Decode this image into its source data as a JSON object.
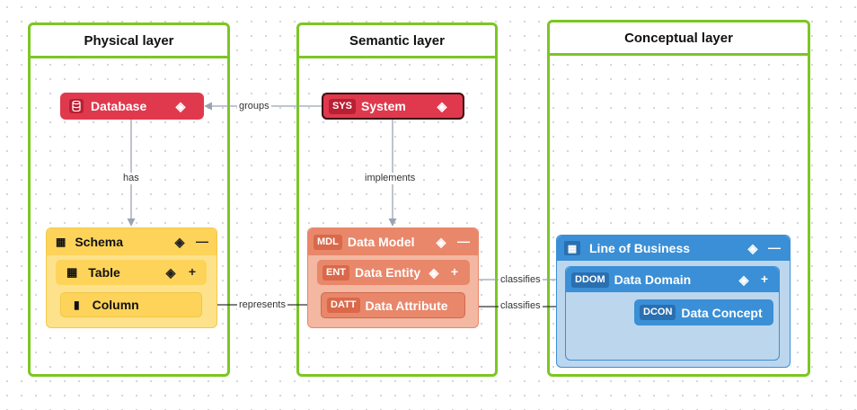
{
  "layers": {
    "physical": "Physical layer",
    "semantic": "Semantic layer",
    "conceptual": "Conceptual layer"
  },
  "nodes": {
    "database": {
      "label": "Database"
    },
    "schema": {
      "label": "Schema"
    },
    "table": {
      "label": "Table"
    },
    "column": {
      "label": "Column"
    },
    "system": {
      "badge": "SYS",
      "label": "System"
    },
    "data_model": {
      "badge": "MDL",
      "label": "Data Model"
    },
    "data_entity": {
      "badge": "ENT",
      "label": "Data Entity"
    },
    "data_attribute": {
      "badge": "DATT",
      "label": "Data Attribute"
    },
    "line_of_business": {
      "label": "Line of Business"
    },
    "data_domain": {
      "badge": "DDOM",
      "label": "Data Domain"
    },
    "data_concept": {
      "badge": "DCON",
      "label": "Data Concept"
    }
  },
  "edges": {
    "groups_sys_db": "groups",
    "has": "has",
    "implements": "implements",
    "represents": "represents",
    "classifies_entity": "classifies",
    "classifies_attribute": "classifies",
    "groups_concept": "groups"
  },
  "colors": {
    "layer_border": "#7cc623",
    "physical_red": "#e0394d",
    "schema_yellow": "#fdd35a",
    "semantic_orange": "#e9876a",
    "conceptual_blue": "#3a8fd6"
  }
}
